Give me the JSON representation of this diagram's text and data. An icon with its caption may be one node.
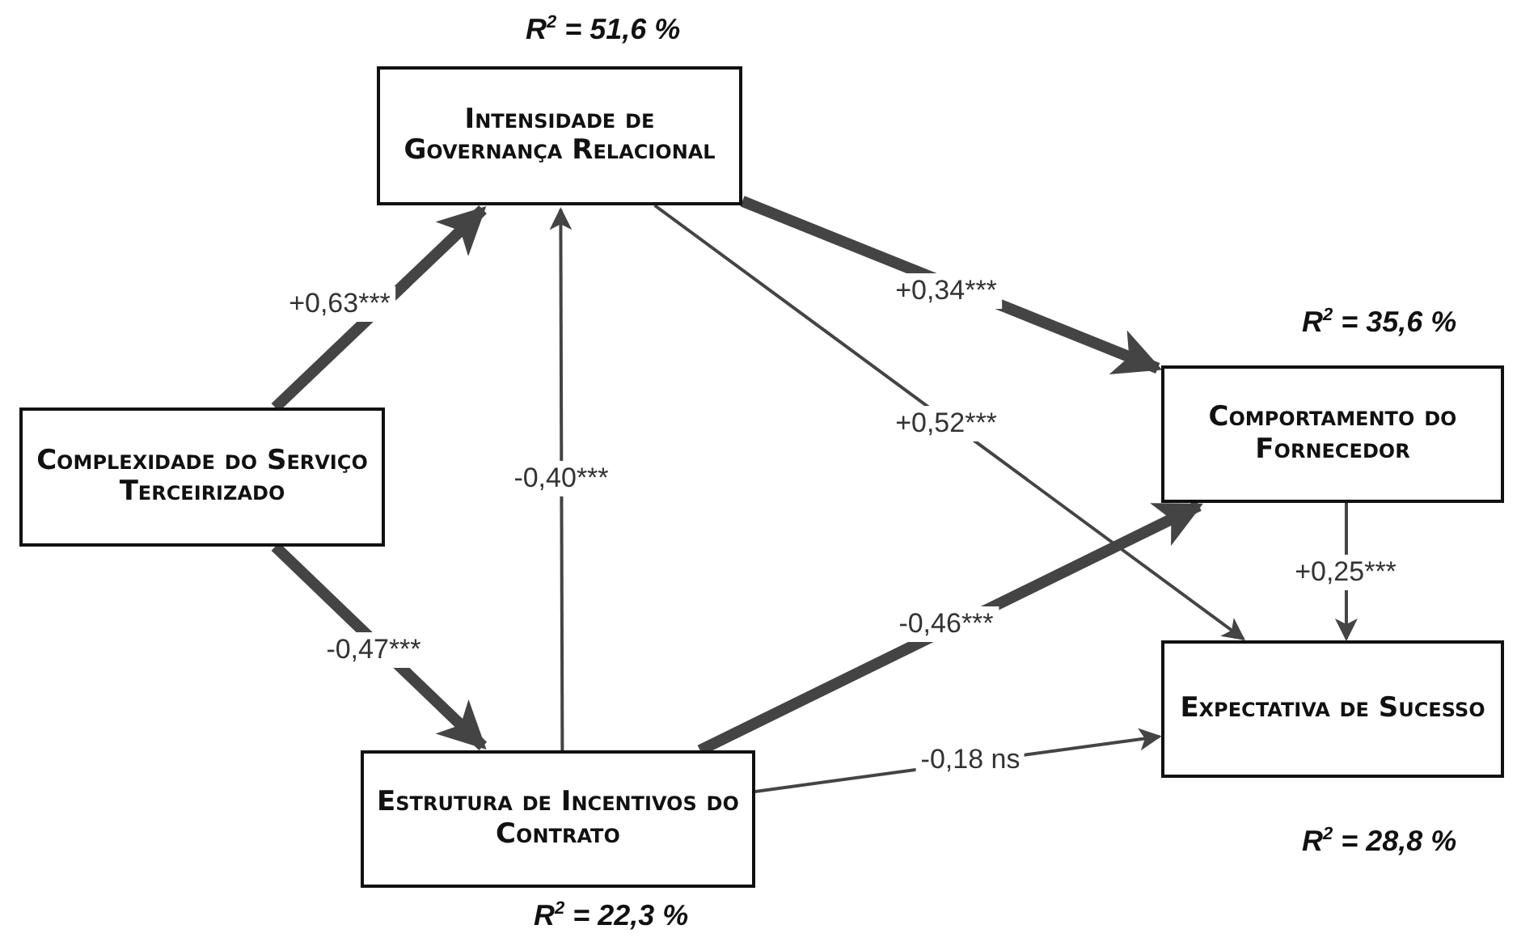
{
  "diagram": {
    "nodes": [
      {
        "text": [
          "Intensidade de Governança Relacional"
        ],
        "beside": [
          "R$^{2}$ = 51,6 %"
        ]
      },
      {
        "text": [
          "Complexidade do Serviço Terceirizado"
        ]
      },
      {
        "text": [
          "Comportamento do Fornecedor"
        ],
        "beside": [
          "R$^{2}$ = 35,6 %"
        ]
      },
      {
        "text": [
          "Estrutura de Incentivos do Contrato"
        ],
        "beside": [
          "R$^{2}$ = 22,3 %"
        ]
      },
      {
        "text": [
          "Expectativa de Sucesso"
        ],
        "beside": [
          "R$^{2}$ = 28,8 %"
        ]
      }
    ],
    "edges": [
      {
        "from": 1,
        "to": 0,
        "arrow": "to",
        "label": "+0,63***",
        "style": "thick"
      },
      {
        "from": 1,
        "to": 3,
        "arrow": "to",
        "label": "-0,47***",
        "style": "thick"
      },
      {
        "from": 3,
        "to": 0,
        "arrow": "to",
        "label": "-0,40***"
      },
      {
        "from": 0,
        "to": 2,
        "arrow": "to",
        "label": "+0,34***",
        "style": "thick"
      },
      {
        "from": 0,
        "to": 4,
        "arrow": "to",
        "label": "+0,52***"
      },
      {
        "from": 3,
        "to": 2,
        "arrow": "to",
        "label": "-0,46***",
        "style": "thick"
      },
      {
        "from": 2,
        "to": 4,
        "arrow": "to",
        "label": "+0,25***"
      },
      {
        "from": 3,
        "to": 4,
        "arrow": "to",
        "label": "-0,18 ns"
      }
    ]
  }
}
